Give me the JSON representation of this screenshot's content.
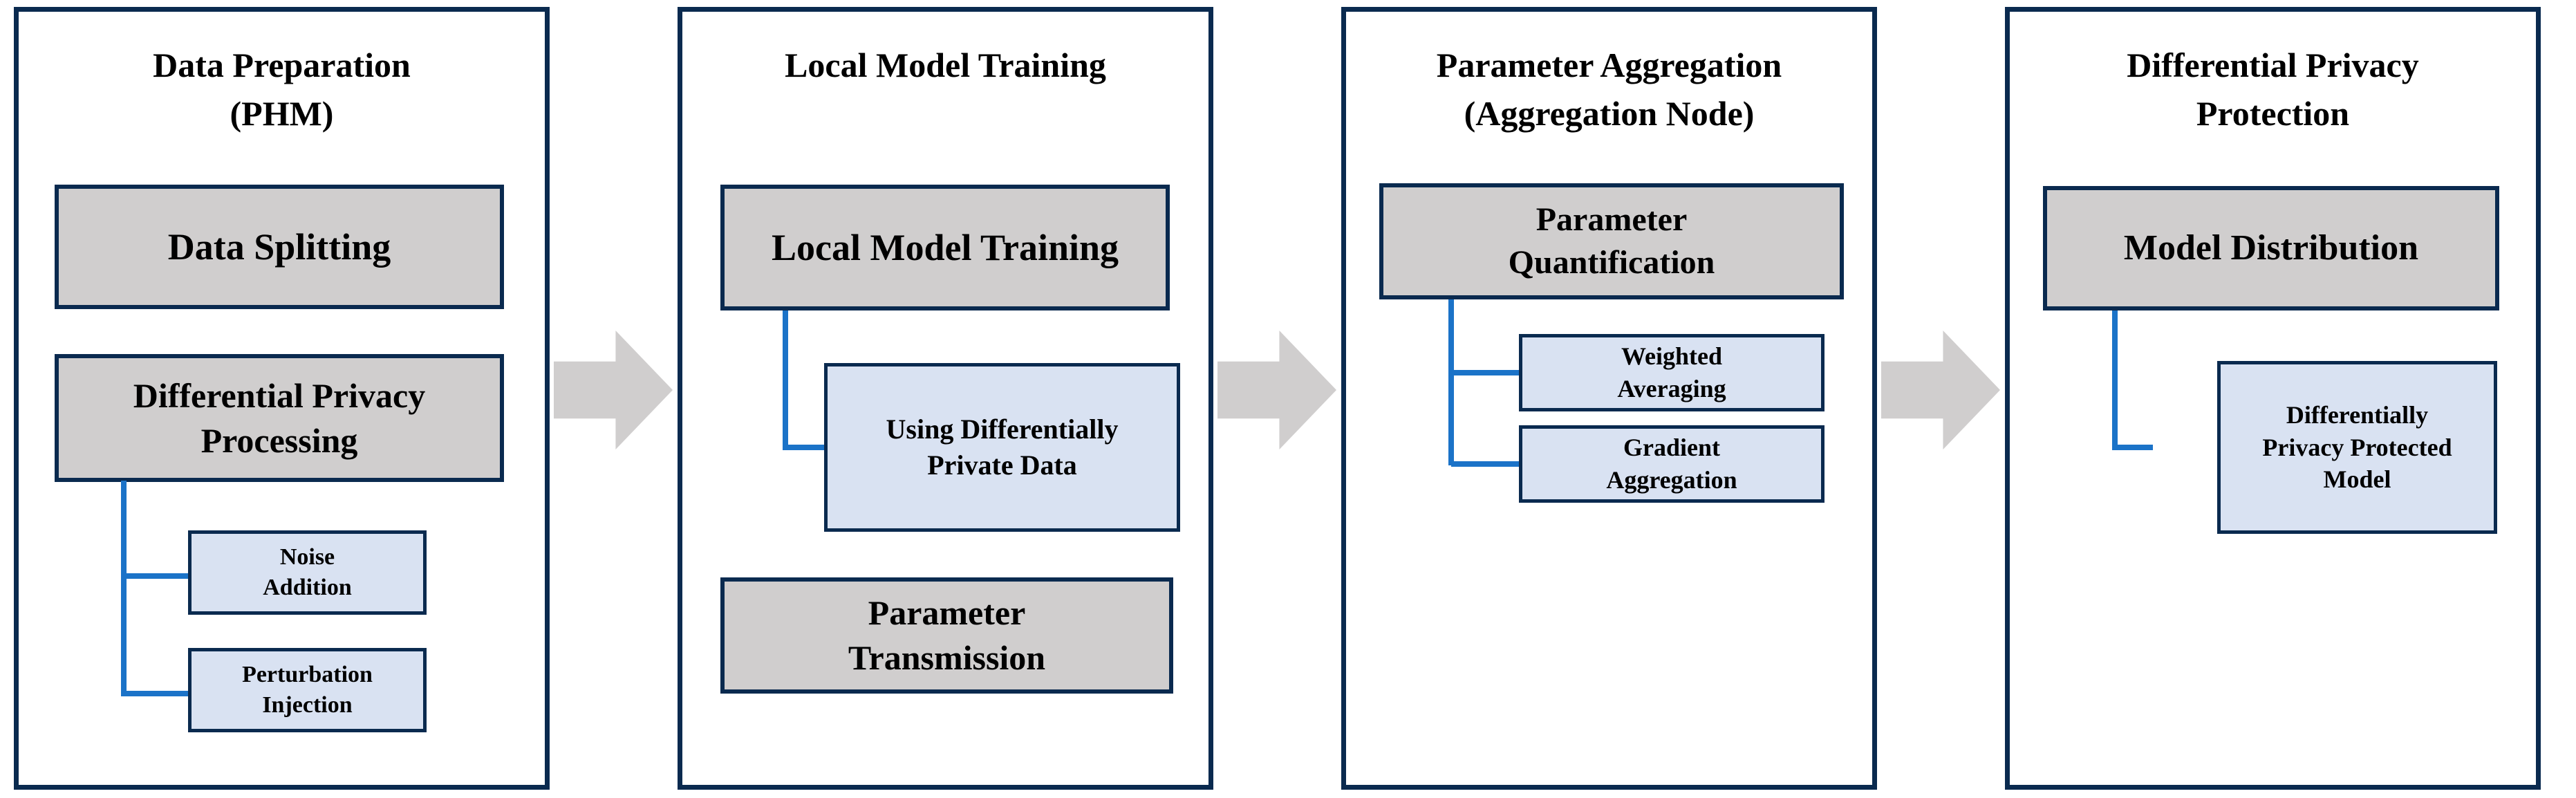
{
  "colors": {
    "panel_border": "#0a2a4f",
    "box_border": "#0a2a4f",
    "gray_fill": "#d0cece",
    "blue_fill": "#d9e2f2",
    "connector": "#1b73c8",
    "arrow_fill": "#d0cece",
    "text": "#000000",
    "bg": "#ffffff"
  },
  "panels": [
    {
      "title": "Data Preparation\n(PHM)",
      "boxes": {
        "data_splitting": "Data Splitting",
        "dp_processing": "Differential Privacy\nProcessing",
        "noise_addition": "Noise\nAddition",
        "perturbation_injection": "Perturbation\nInjection"
      }
    },
    {
      "title": "Local Model Training",
      "boxes": {
        "local_model_training": "Local Model Training",
        "using_dp_data": "Using Differentially\nPrivate Data",
        "parameter_transmission": "Parameter\nTransmission"
      }
    },
    {
      "title": "Parameter Aggregation\n(Aggregation Node)",
      "boxes": {
        "parameter_quantification": "Parameter\nQuantification",
        "weighted_averaging": "Weighted\nAveraging",
        "gradient_aggregation": "Gradient\nAggregation"
      }
    },
    {
      "title": "Differential Privacy\nProtection",
      "boxes": {
        "model_distribution": "Model Distribution",
        "dp_protected_model": "Differentially\nPrivacy Protected\nModel"
      }
    }
  ]
}
